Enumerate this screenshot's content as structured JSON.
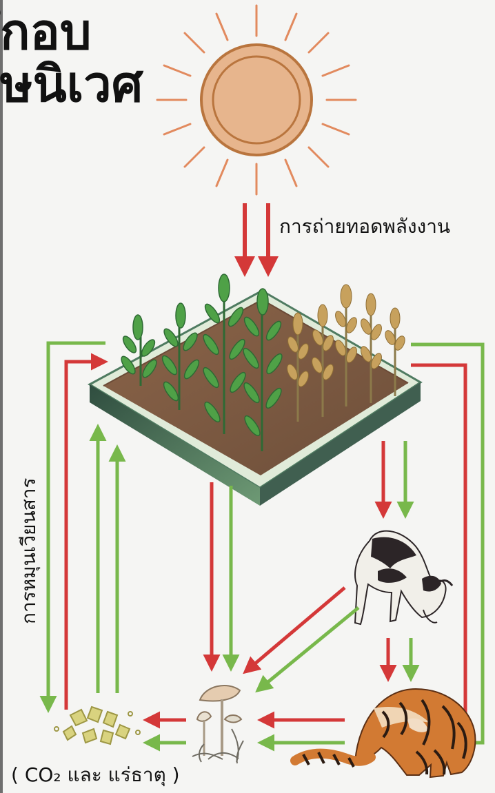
{
  "title_lines": [
    "ึกอบ",
    "ษนิเวศ"
  ],
  "labels": {
    "energy_transfer": "การถ่ายทอดพลังงาน",
    "matter_cycling": "การหมุนเวียนสาร",
    "minerals": "( CO₂ และ แร่ธาตุ )"
  },
  "colors": {
    "energy_arrow": "#d43838",
    "matter_arrow": "#78b84b",
    "sun": "#e7b58d",
    "soil": "#7d5a41",
    "platform": "#486b58",
    "plant": "#4e9b44",
    "grain": "#c7a15d",
    "cow": "#2c2527",
    "tiger": "#d27a33",
    "fungus": "#d8c8ad",
    "mineral": "#d9d37f"
  },
  "icons": [
    "sun-icon",
    "plant-field-icon",
    "cow-icon",
    "tiger-icon",
    "mushroom-decomposer-icon",
    "mineral-particles-icon"
  ]
}
